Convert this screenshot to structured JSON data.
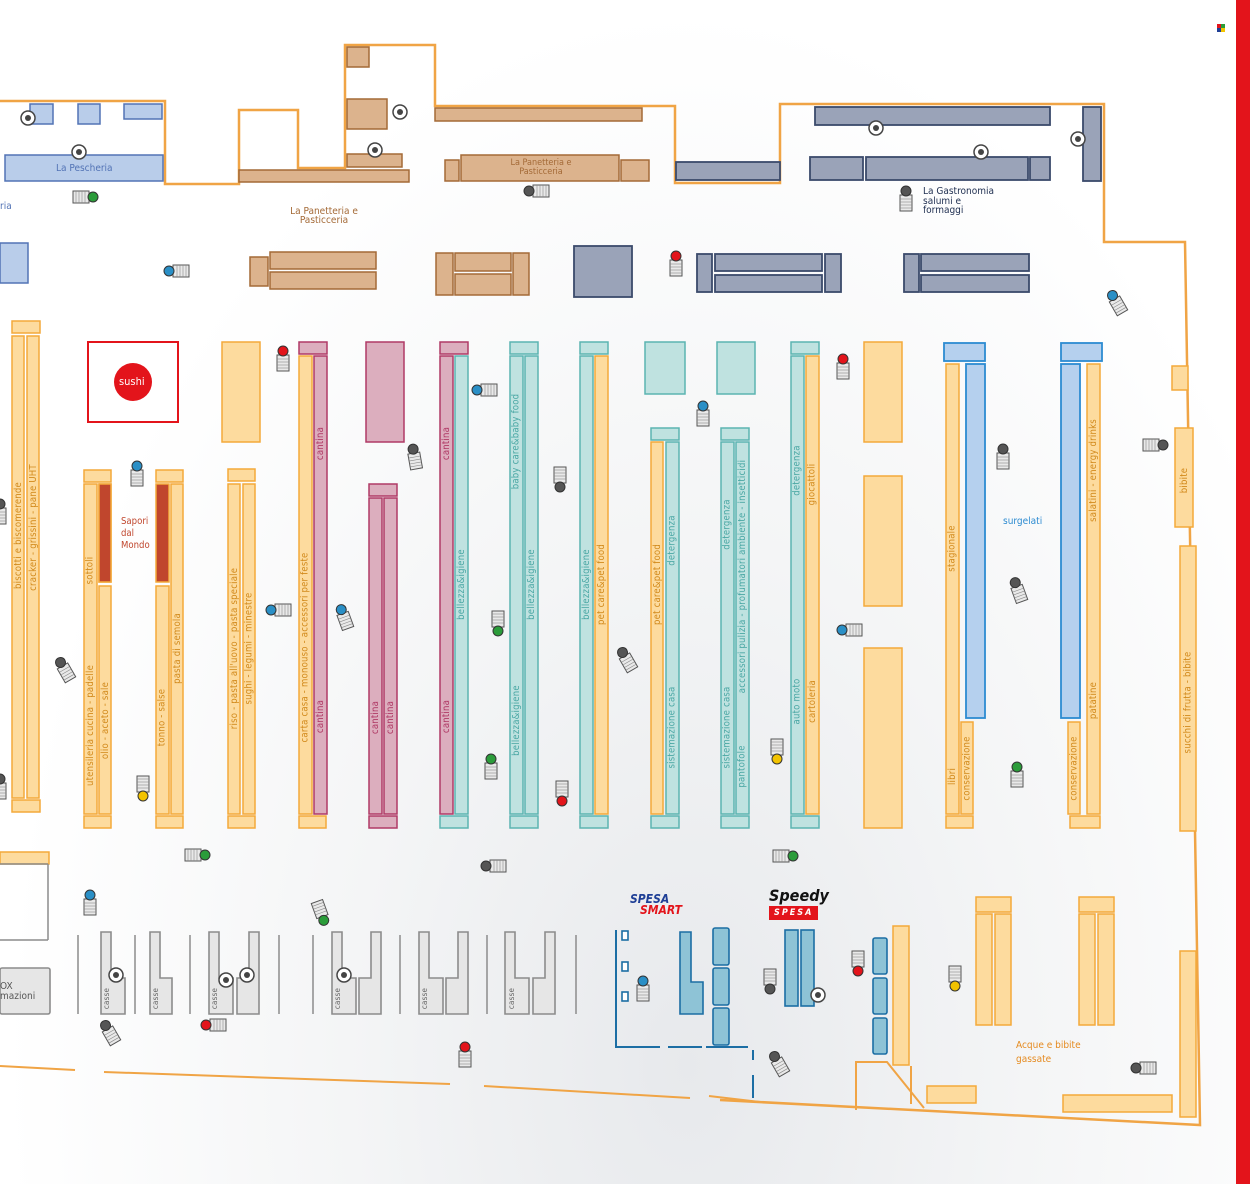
{
  "areas": {
    "pescheria": "La Pescheria",
    "pescheria_cut": "ria",
    "panetteria_1": "La Panetteria e Pasticceria",
    "panetteria_2": "La Panetteria e Pasticceria",
    "gastronomia": "La Gastronomia salumi e formaggi",
    "sushi": "sushi",
    "sapori": "Sapori dal Mondo",
    "surgelati": "surgelati",
    "acque": "Acque e bibite gassate",
    "box": "OX\nmazioni"
  },
  "aisle_labels": [
    "biscotti e biscomerende",
    "cracker - grissini - pane UHT",
    "sottoli",
    "utensileria cucina - padelle",
    "olio - aceto - sale",
    "pasta di semola",
    "tonno - salse",
    "riso - pasta all'uovo - pasta speciale",
    "sughi - legumi - minestre",
    "carta casa - monouso - accessori per feste",
    "cantina",
    "cantina",
    "cantina",
    "cantina",
    "cantina",
    "cantina",
    "bellezza&igiene",
    "baby care&baby food",
    "bellezza&igiene",
    "bellezza&igiene",
    "bellezza&igiene",
    "pet care&pet food",
    "pet care&pet food",
    "detergenza",
    "sistemazione casa",
    "detergenza",
    "sistemazione casa",
    "pantofole",
    "accessori pulizia - profumatori ambiente - insetticidi",
    "detergenza",
    "auto moto",
    "giocattoli",
    "cartoleria",
    "stagionale",
    "libri",
    "conservazione",
    "conservazione",
    "salatini - energy drinks",
    "patatine",
    "bibite",
    "succhi di frutta - bibite"
  ],
  "casse_label": "casse",
  "brands": {
    "spesa_smart_1": "SPESA",
    "spesa_smart_2": "SMART",
    "speedy_1": "Speedy",
    "speedy_2": "SPESA"
  },
  "colors": {
    "orange_line": "#f0a445",
    "yellow_fill": "#fddb9e",
    "yellow_stroke": "#f4a93a",
    "blue_fill": "#b9cdea",
    "blue_stroke": "#5273b5",
    "brown_fill": "#dcb38d",
    "brown_stroke": "#a46a37",
    "slate_fill": "#9aa3b8",
    "slate_stroke": "#3b4a6b",
    "pink_fill": "#dcaebe",
    "pink_stroke": "#b03a66",
    "teal_fill": "#bfe2e0",
    "teal_stroke": "#5bb4b1",
    "surgelati_fill": "#b5d0ee",
    "surgelati_stroke": "#2c8bd1",
    "red": "#e3141b",
    "sapori": "#c0462d"
  },
  "icons": [
    "camera-icon",
    "dome-camera-icon",
    "logo-icon"
  ]
}
